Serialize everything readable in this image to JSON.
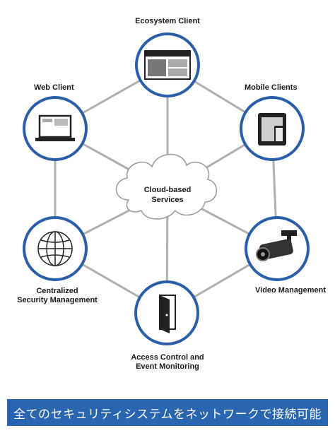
{
  "diagram": {
    "center": {
      "line1": "Cloud-based",
      "line2": "Services"
    },
    "nodes": {
      "ecosystem": {
        "label": "Ecosystem Client",
        "icon": "browser-window-icon"
      },
      "mobile": {
        "label": "Mobile Clients",
        "icon": "tablet-phone-icon"
      },
      "video": {
        "label": "Video Management",
        "icon": "security-camera-icon"
      },
      "access": {
        "line1": "Access Control and",
        "line2": "Event Monitoring",
        "icon": "door-icon"
      },
      "security": {
        "line1": "Centralized",
        "line2": "Security Management",
        "icon": "globe-icon"
      },
      "web": {
        "label": "Web Client",
        "icon": "laptop-icon"
      }
    }
  },
  "banner": {
    "text": "全てのセキュリティシステムをネットワークで接続可能"
  },
  "colors": {
    "ring": "#2a5ea8",
    "spoke": "#b0b0b0",
    "banner": "#2a66b0"
  }
}
